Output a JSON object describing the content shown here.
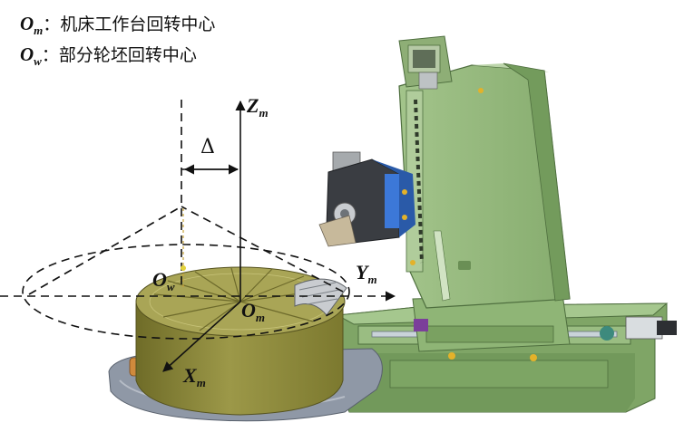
{
  "legend": [
    {
      "symbol": "O",
      "sub": "m",
      "sep": "：",
      "text": "机床工作台回转中心"
    },
    {
      "symbol": "O",
      "sub": "w",
      "sep": "：",
      "text": "部分轮坯回转中心"
    }
  ],
  "labels": {
    "z_axis": {
      "main": "Z",
      "sub": "m"
    },
    "y_axis": {
      "main": "Y",
      "sub": "m"
    },
    "x_axis": {
      "main": "X",
      "sub": "m"
    },
    "om_point": {
      "main": "O",
      "sub": "m"
    },
    "ow_point": {
      "main": "O",
      "sub": "w"
    },
    "offset": "Δ"
  },
  "colors": {
    "machine_green": "#92b77a",
    "machine_dark_green": "#6f9658",
    "table_olive": "#8d8a3c",
    "table_top": "#a9a556",
    "base_gray": "#8f98a6"
  }
}
